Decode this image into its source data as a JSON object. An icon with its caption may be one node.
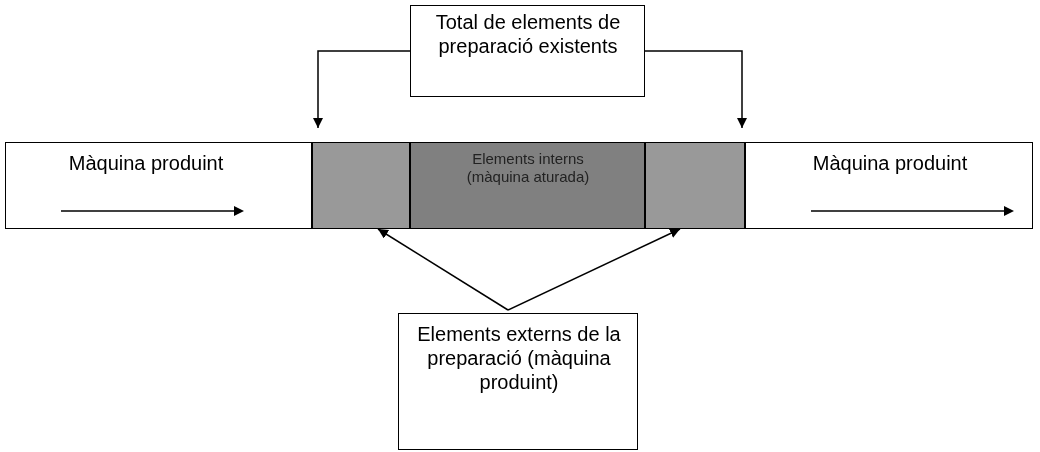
{
  "diagram": {
    "nodes": [
      {
        "text": [
          "Total de elements de preparació existents"
        ]
      },
      {
        "text": [
          "Màquina produint"
        ]
      },
      {
        "text": [],
        "shape": "box"
      },
      {
        "text": [
          "Elements interns (màquina aturada)"
        ]
      },
      {
        "text": [],
        "shape": "box"
      },
      {
        "text": [
          "Màquina produint"
        ]
      },
      {
        "text": [
          "Elements externs de la preparació (màquina produint)"
        ]
      }
    ],
    "edges": [
      {
        "from": 0,
        "to": 2,
        "arrow": "to"
      },
      {
        "from": 0,
        "to": 4,
        "arrow": "to"
      },
      {
        "from": 6,
        "to": 2,
        "arrow": "to"
      },
      {
        "from": 6,
        "to": 4,
        "arrow": "to"
      }
    ]
  }
}
